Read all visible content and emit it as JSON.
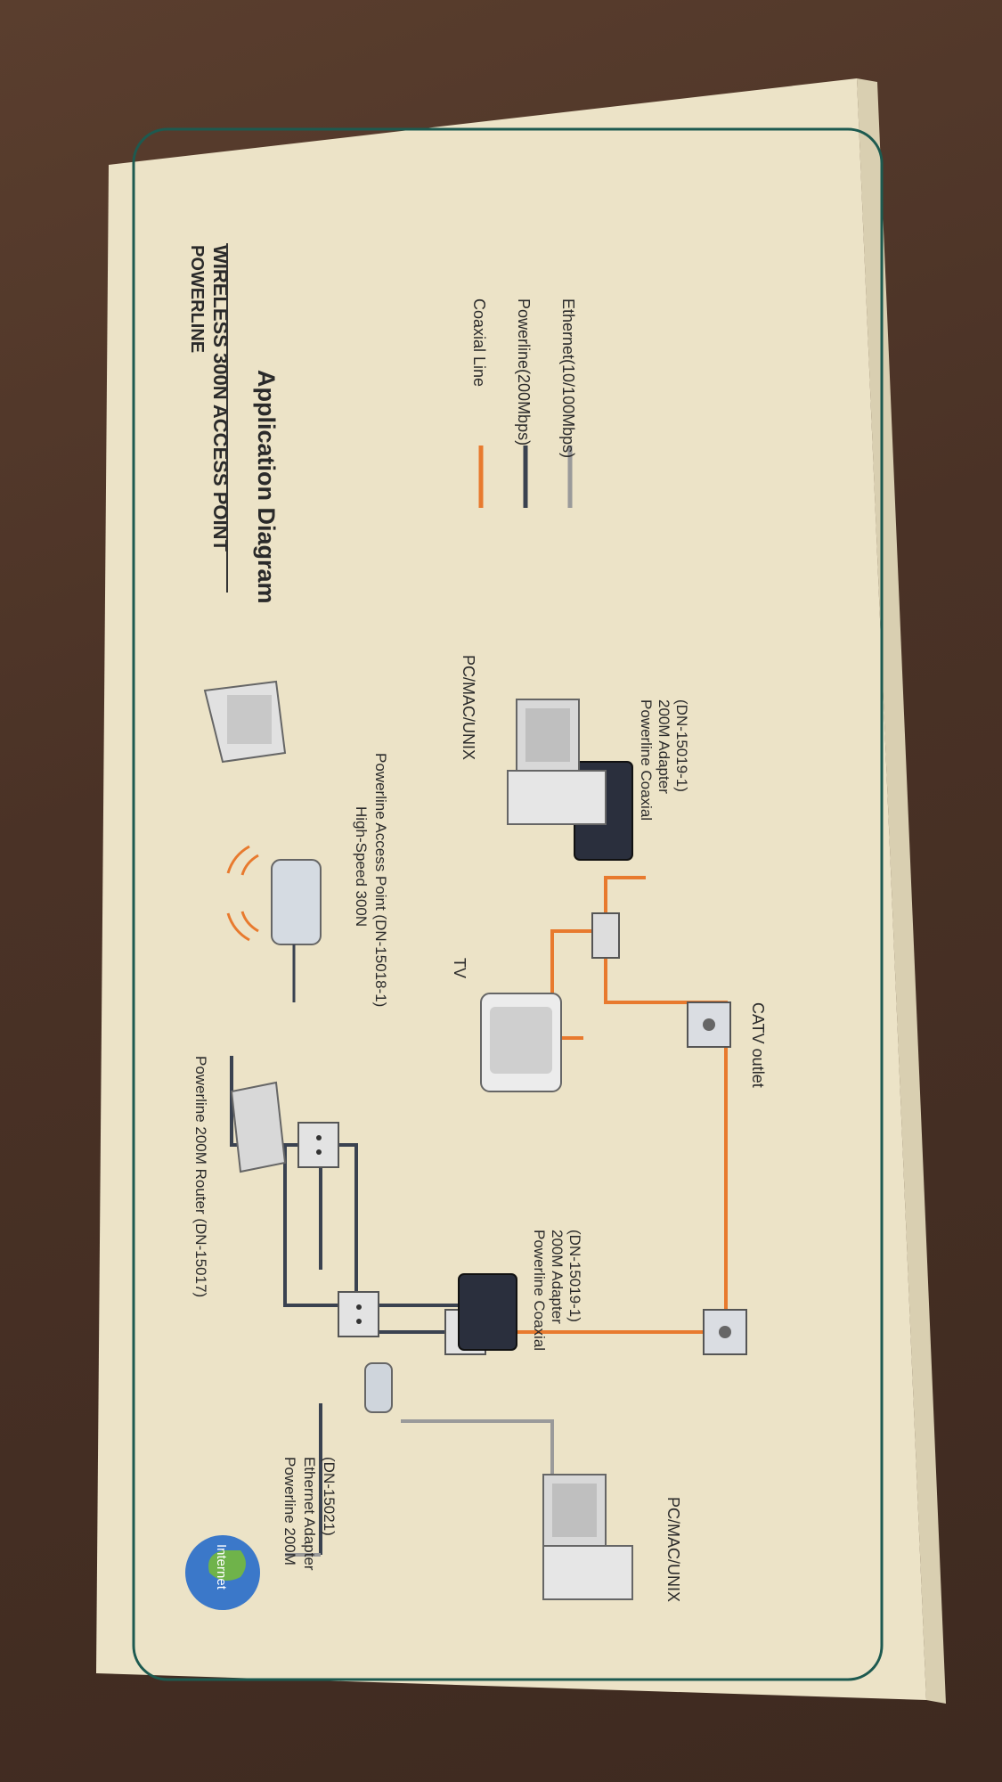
{
  "header": {
    "line1": "POWERLINE",
    "line2": "WIRELESS 300N ACCESS POINT",
    "title": "Application Diagram"
  },
  "legend": [
    {
      "label": "Coaxial Line",
      "color": "#e87a2e"
    },
    {
      "label": "Powerline(200Mbps)",
      "color": "#3a4250"
    },
    {
      "label": "Ethernet(10/100Mbps)",
      "color": "#9a9a9a"
    }
  ],
  "devices": {
    "internet": "Internet",
    "router": "Powerline 200M Router (DN-15017)",
    "access_point": [
      "High-Speed 300N",
      "Powerline Access Point (DN-15018-1)"
    ],
    "pc_top": "PC/MAC/UNIX",
    "pc_bottom": "PC/MAC/UNIX",
    "coax_adapter_top": [
      "Powerline Coaxial",
      "200M Adapter",
      "(DN-15019-1)"
    ],
    "coax_adapter_mid": [
      "Powerline Coaxial",
      "200M Adapter",
      "(DN-15019-1)"
    ],
    "ethernet_adapter": [
      "Powerline 200M",
      "Ethernet Adapter",
      "(DN-15021)"
    ],
    "tv": "TV",
    "catv": "CATV outlet"
  }
}
